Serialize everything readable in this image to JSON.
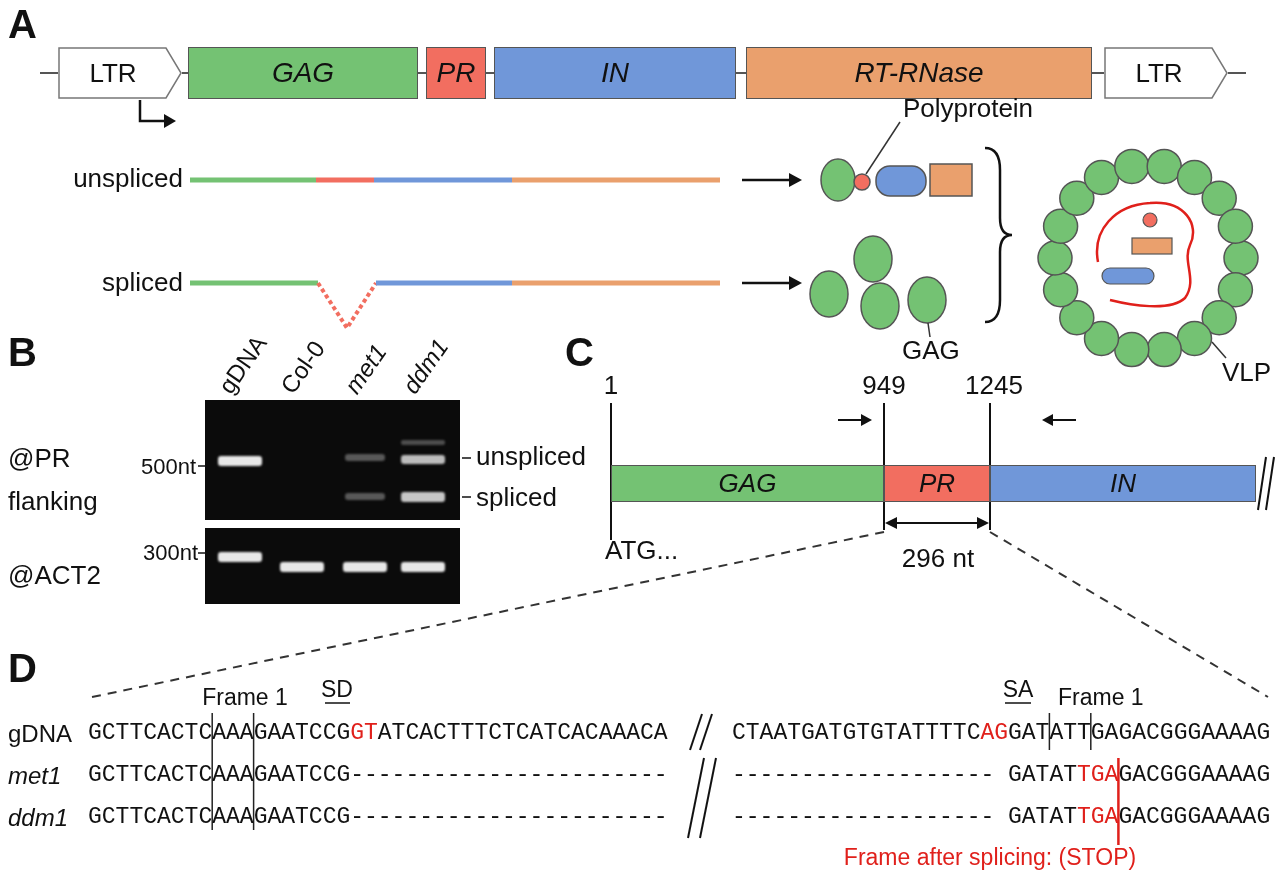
{
  "diagram": {
    "nodes": [
      {
        "text": [
          "LTR"
        ]
      },
      {
        "text": [
          "GAG"
        ]
      },
      {
        "text": [
          "PR"
        ]
      },
      {
        "text": [
          "IN"
        ]
      },
      {
        "text": [
          "RT-RNase"
        ]
      },
      {
        "text": [
          "LTR"
        ]
      },
      {
        "text": [
          "GAG"
        ]
      },
      {
        "text": [
          "PR"
        ]
      },
      {
        "text": [
          "IN"
        ]
      }
    ],
    "edges": [
      {
        "from": 0,
        "to": 1,
        "arrow": "none"
      },
      {
        "from": 1,
        "to": 2,
        "arrow": "none"
      },
      {
        "from": 2,
        "to": 3,
        "arrow": "none"
      },
      {
        "from": 3,
        "to": 4,
        "arrow": "none"
      },
      {
        "from": 4,
        "to": 5,
        "arrow": "none"
      }
    ],
    "labels": [
      "A",
      "B",
      "C",
      "D",
      "unspliced",
      "spliced",
      "Polyprotein",
      "GAG",
      "VLP",
      "gDNA",
      "Col-0",
      "met1",
      "ddm1",
      "@PR flanking",
      "500nt",
      "@ACT2",
      "300nt",
      "unspliced",
      "spliced",
      "1",
      "949",
      "1245",
      "ATG...",
      "296 nt",
      "Frame 1",
      "SD",
      "SA",
      "Frame 1",
      "gDNA",
      "met1",
      "ddm1",
      "GCTTCACTCAAAGAATCCG",
      "GT",
      "ATCACTTTCTCATCACAAACA",
      "CTAATGATGTGTATTTTC",
      "AG",
      "GATATTGAGACGGGAAAAG",
      "GCTTCACTCAAAGAATCCG",
      "-----------------------",
      "-------------------",
      "GATAT",
      "TGA",
      "GACGGGAAAAG",
      "GCTTCACTCAAAGAATCCG",
      "-----------------------",
      "-------------------",
      "GATAT",
      "TGA",
      "GACGGGAAAAG",
      "Frame after splicing: (STOP)"
    ]
  }
}
